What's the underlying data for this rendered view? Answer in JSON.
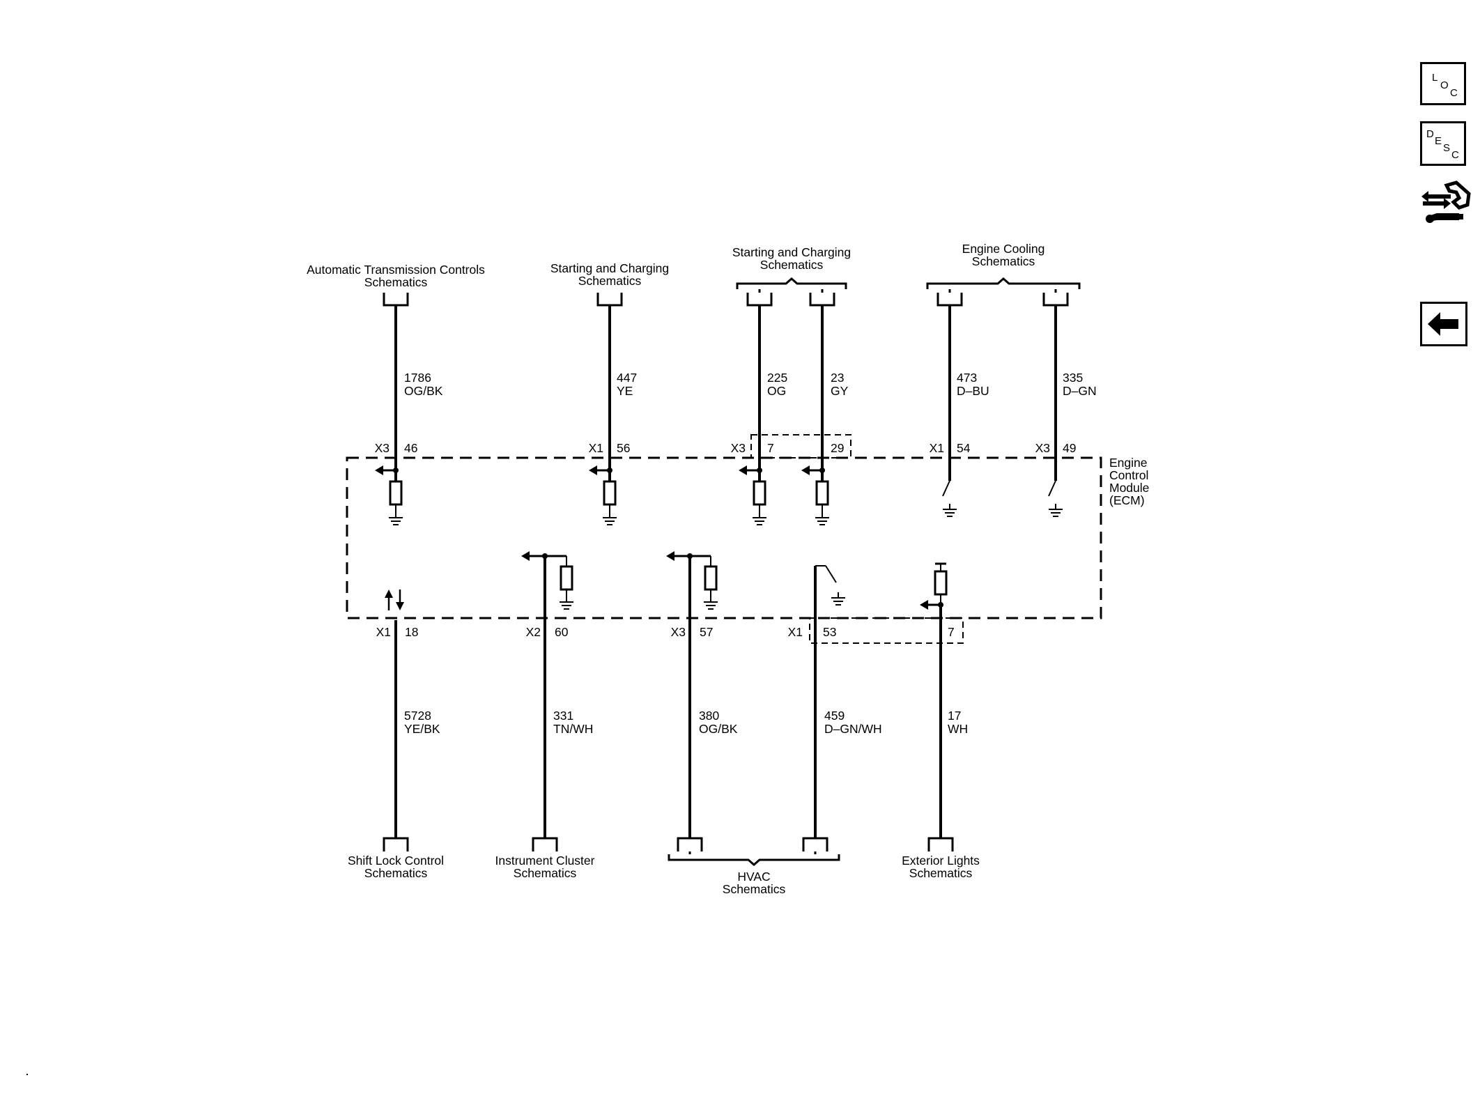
{
  "upper_destinations": {
    "atc": [
      "Automatic Transmission Controls",
      "Schematics"
    ],
    "sc1": [
      "Starting and Charging",
      "Schematics"
    ],
    "sc2": [
      "Starting and Charging",
      "Schematics"
    ],
    "ec": [
      "Engine Cooling",
      "Schematics"
    ]
  },
  "upper_circuits": [
    {
      "number": "1786",
      "color": "OG/BK",
      "connector": "X3",
      "pin": "46"
    },
    {
      "number": "447",
      "color": "YE",
      "connector": "X1",
      "pin": "56"
    },
    {
      "number": "225",
      "color": "OG",
      "connector": "X3",
      "pin": "7"
    },
    {
      "number": "23",
      "color": "GY",
      "connector": "",
      "pin": "29"
    },
    {
      "number": "473",
      "color": "D–BU",
      "connector": "X1",
      "pin": "54"
    },
    {
      "number": "335",
      "color": "D–GN",
      "connector": "X3",
      "pin": "49"
    }
  ],
  "module": {
    "name_lines": [
      "Engine",
      "Control",
      "Module",
      "(ECM)"
    ]
  },
  "lower_circuits": [
    {
      "number": "5728",
      "color": "YE/BK",
      "connector": "X1",
      "pin": "18"
    },
    {
      "number": "331",
      "color": "TN/WH",
      "connector": "X2",
      "pin": "60"
    },
    {
      "number": "380",
      "color": "OG/BK",
      "connector": "X3",
      "pin": "57"
    },
    {
      "number": "459",
      "color": "D–GN/WH",
      "connector": "X1",
      "pin": "53"
    },
    {
      "number": "17",
      "color": "WH",
      "connector": "",
      "pin": "7"
    }
  ],
  "lower_destinations": {
    "slc": [
      "Shift Lock Control",
      "Schematics"
    ],
    "ic": [
      "Instrument Cluster",
      "Schematics"
    ],
    "hvac": [
      "HVAC",
      "Schematics"
    ],
    "el": [
      "Exterior Lights",
      "Schematics"
    ]
  },
  "side_buttons": {
    "loc": [
      "L",
      "O",
      "C"
    ],
    "desc": [
      "D",
      "E",
      "S",
      "C"
    ]
  },
  "icons": [
    "connector-tools-icon",
    "back-arrow-icon"
  ]
}
